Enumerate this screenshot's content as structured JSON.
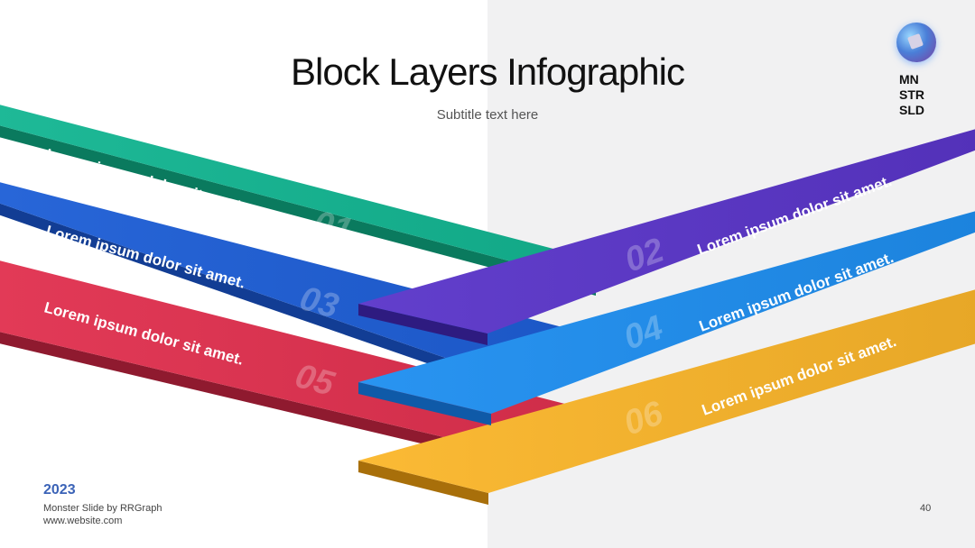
{
  "header": {
    "title": "Block Layers Infographic",
    "subtitle": "Subtitle text here"
  },
  "brand": {
    "line1": "MN",
    "line2": "STR",
    "line3": "SLD"
  },
  "footer": {
    "year": "2023",
    "credit": "Monster Slide by RRGraph",
    "website": "www.website.com",
    "page_number": "40"
  },
  "layers": [
    {
      "number": "01",
      "text": "Lorem ipsum dolor sit amet.",
      "color": "#12b592"
    },
    {
      "number": "02",
      "text": "Lorem ipsum dolor sit amet.",
      "color": "#5a35c9"
    },
    {
      "number": "03",
      "text": "Lorem ipsum dolor sit amet.",
      "color": "#1d5ed6"
    },
    {
      "number": "04",
      "text": "Lorem ipsum dolor sit amet.",
      "color": "#1e8ef0"
    },
    {
      "number": "05",
      "text": "Lorem ipsum dolor sit amet.",
      "color": "#e0304e"
    },
    {
      "number": "06",
      "text": "Lorem ipsum dolor sit amet.",
      "color": "#fbb62a"
    }
  ]
}
